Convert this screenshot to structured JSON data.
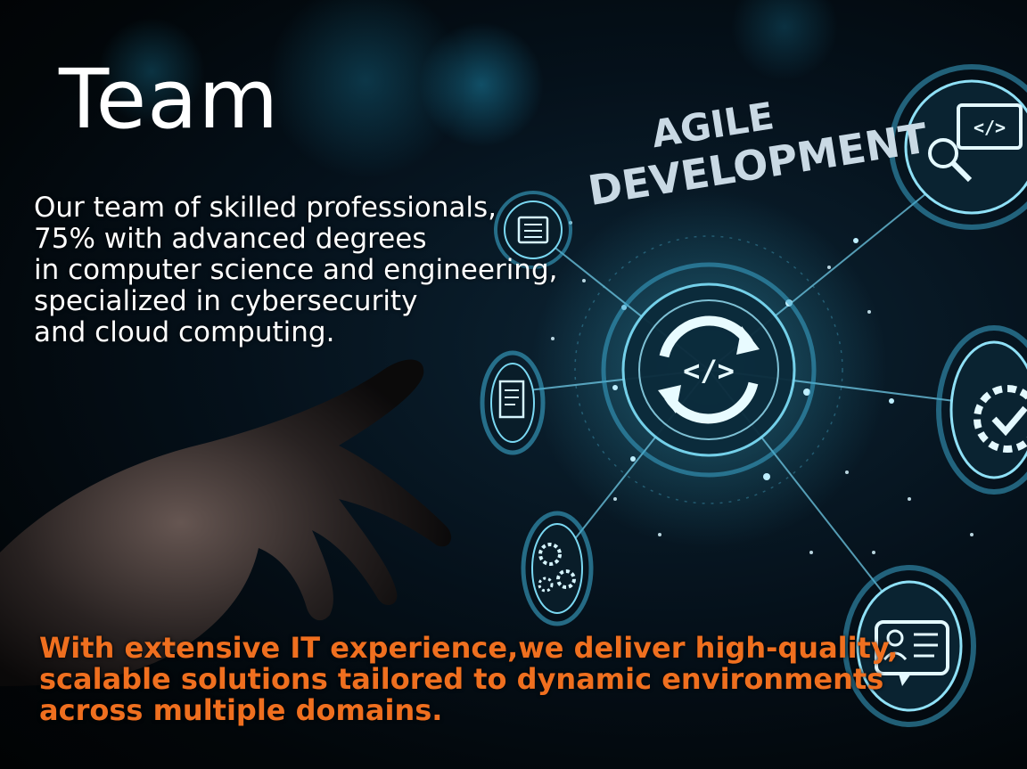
{
  "title": "Team",
  "intro_lines": [
    "Our team of skilled professionals,",
    "75% with advanced degrees",
    "in computer science and engineering,",
    "specialized in cybersecurity",
    "and cloud computing."
  ],
  "closing_lines": [
    "With extensive IT experience,we deliver high-quality,",
    "scalable solutions tailored to dynamic environments",
    "across multiple domains."
  ],
  "graphic": {
    "headline_line1": "AGILE",
    "headline_line2": "DEVELOPMENT",
    "center_symbol": "</>",
    "icons": [
      "sync-code-icon",
      "code-search-icon",
      "user-list-icon",
      "document-edit-icon",
      "gear-check-icon",
      "gears-icon",
      "id-card-icon"
    ]
  },
  "colors": {
    "title": "#ffffff",
    "intro_text": "#ffffff",
    "closing_text": "#ef6f1f",
    "glow": "#3fb8d8"
  }
}
